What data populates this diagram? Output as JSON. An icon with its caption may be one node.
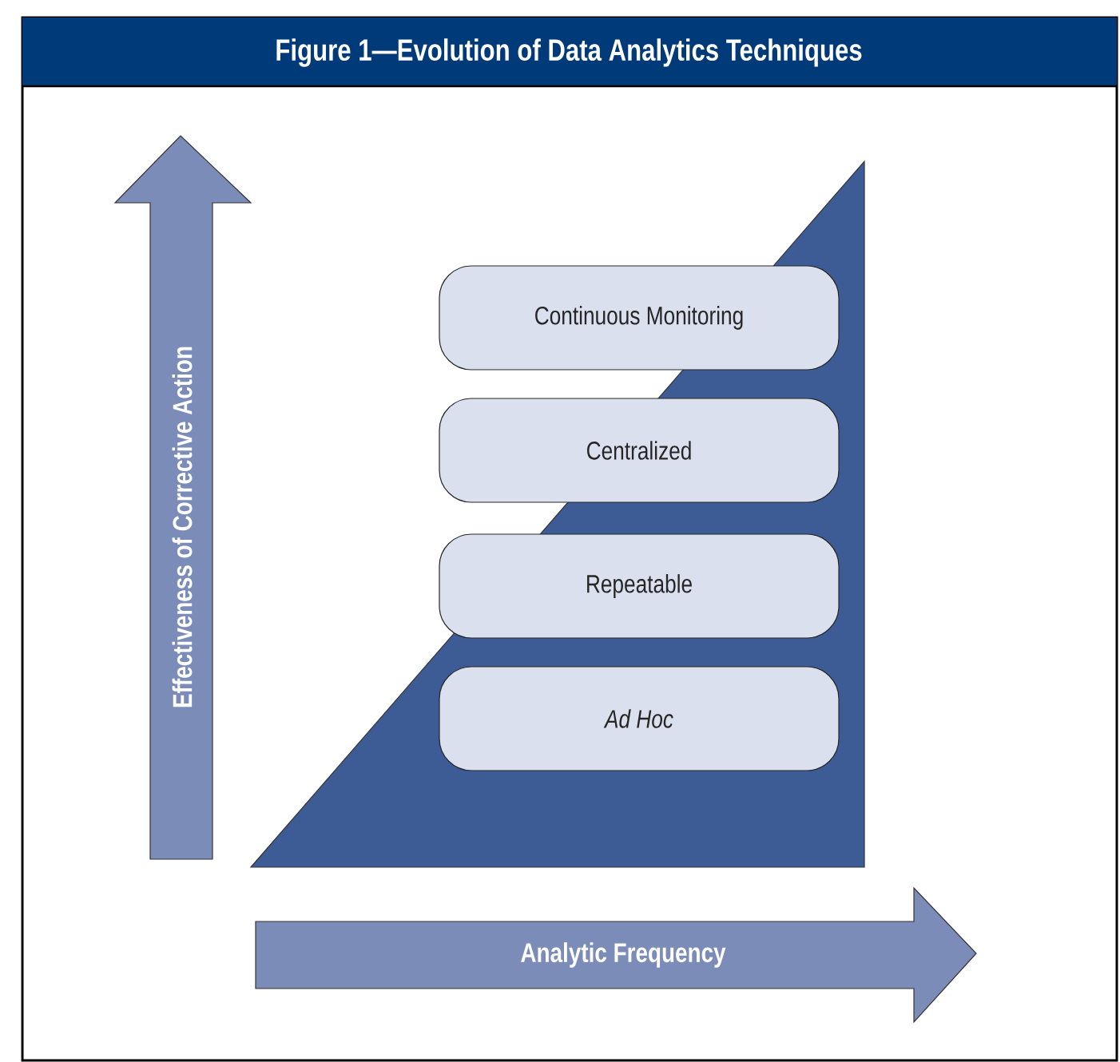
{
  "diagram": {
    "title": "Figure 1—Evolution of Data Analytics Techniques",
    "nodes": [
      {
        "text": [
          "Continuous Monitoring"
        ]
      },
      {
        "text": [
          "Centralized"
        ]
      },
      {
        "text": [
          "Repeatable"
        ]
      },
      {
        "text": [
          "Ad Hoc"
        ]
      }
    ],
    "labels": [
      "Effectiveness of Corrective Action",
      "Analytic Frequency"
    ]
  }
}
